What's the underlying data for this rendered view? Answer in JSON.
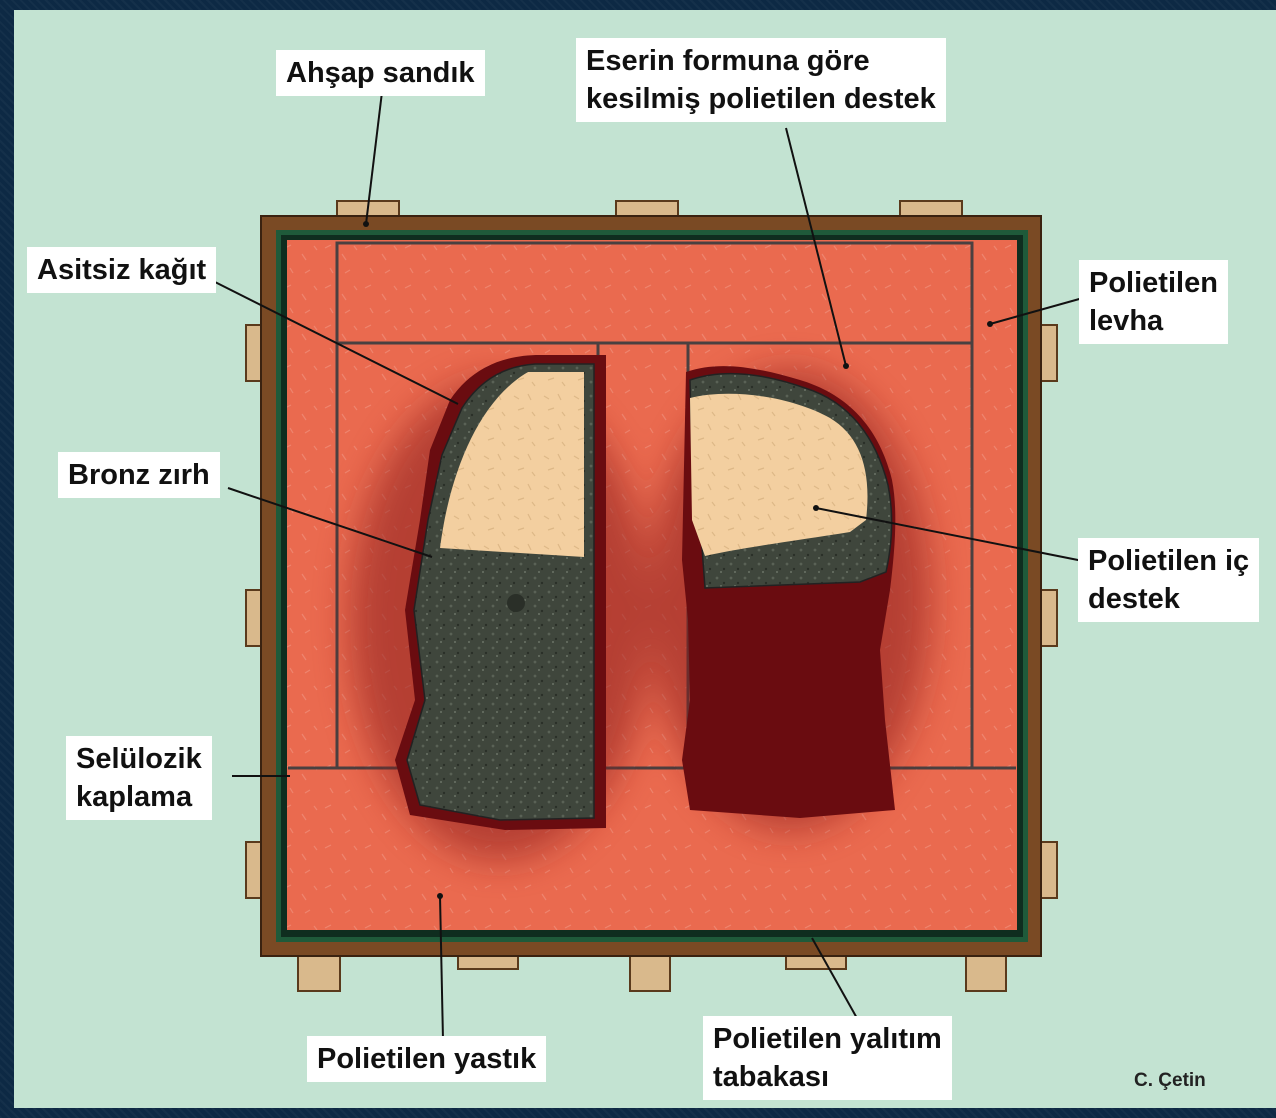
{
  "labels": {
    "ahsap_sandik": "Ahşap sandık",
    "eserin_formuna": [
      "Eserin formuna göre",
      "kesilmiş polietilen destek"
    ],
    "asitsiz_kagit": "Asitsiz kağıt",
    "polietilen_levha": [
      "Polietilen",
      "levha"
    ],
    "bronz_zirh": "Bronz zırh",
    "polietilen_ic_destek": [
      "Polietilen iç",
      "destek"
    ],
    "selulozik_kaplama": [
      "Selülozik",
      "kaplama"
    ],
    "polietilen_yastik": "Polietilen yastık",
    "polietilen_yalitim": [
      "Polietilen yalıtım",
      "tabakası"
    ]
  },
  "credit": "C. Çetin",
  "colors": {
    "background": "#c3e3d2",
    "frame": "#0d2944",
    "wood": "#7a4a24",
    "wood_block": "#d9b98c",
    "insulation": "#1f5a3a",
    "polyethylene": "#ea6a4f",
    "dark_red": "#6a0c10",
    "bronze": "#3c4238",
    "inner_support": "#f2cc9c"
  }
}
